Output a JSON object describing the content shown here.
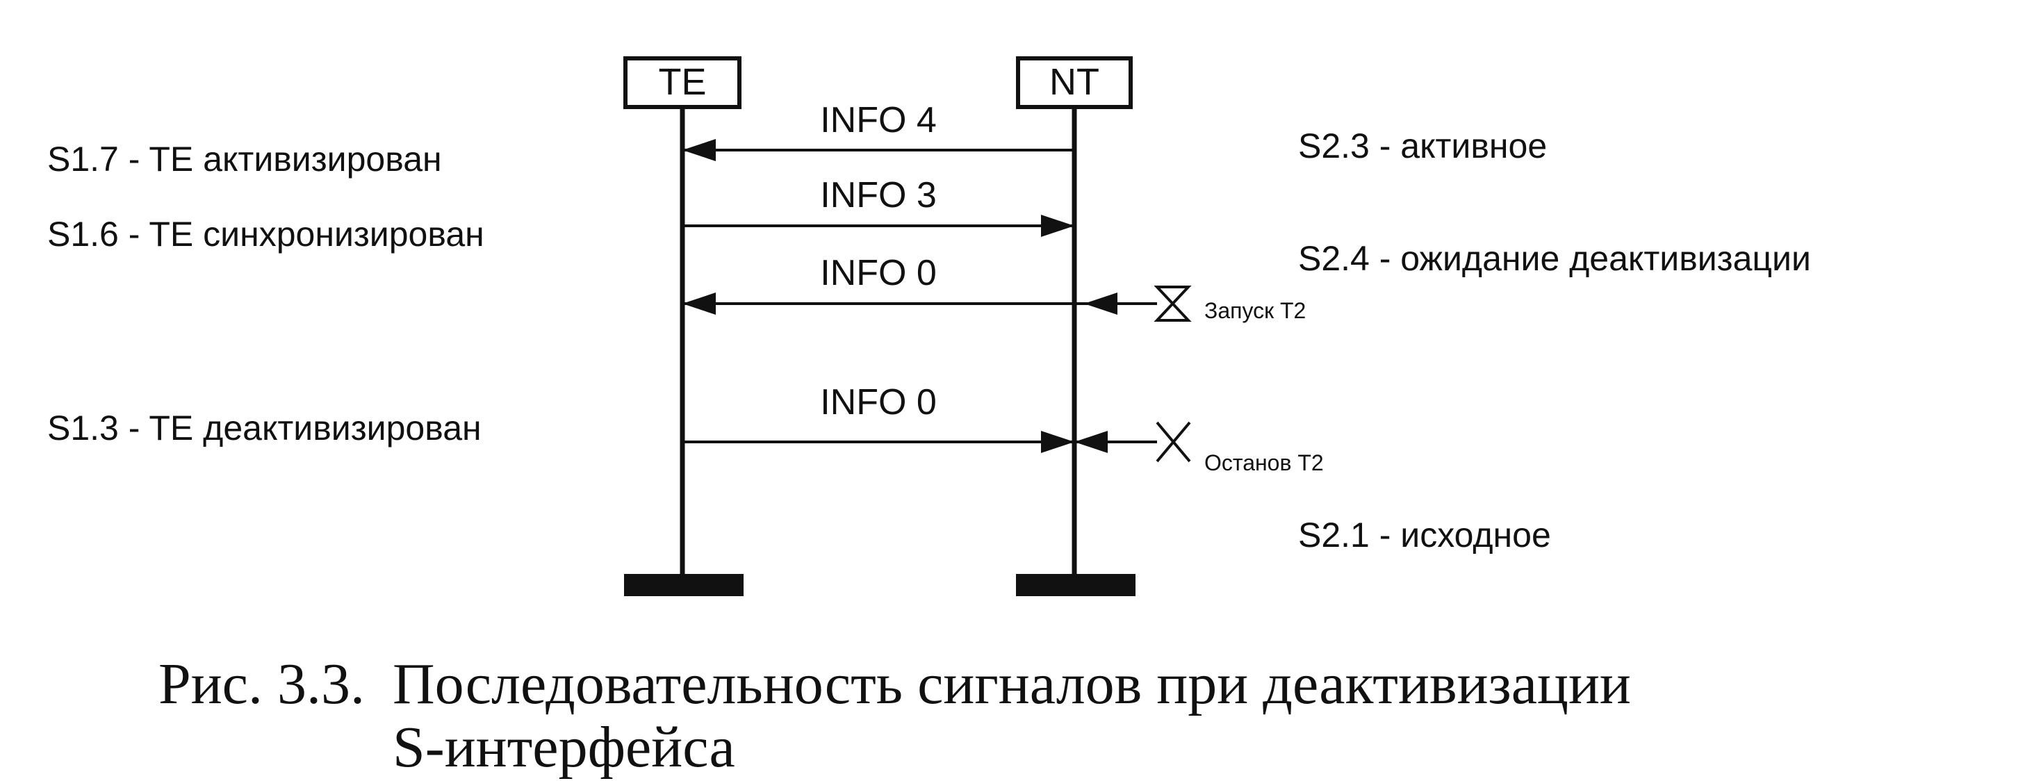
{
  "entities": [
    {
      "id": "te",
      "label": "TE"
    },
    {
      "id": "nt",
      "label": "NT"
    }
  ],
  "messages": [
    {
      "label": "INFO 4",
      "from": "nt",
      "to": "te"
    },
    {
      "label": "INFO 3",
      "from": "te",
      "to": "nt"
    },
    {
      "label": "INFO 0",
      "from": "nt",
      "to": "te"
    },
    {
      "label": "INFO 0",
      "from": "te",
      "to": "nt"
    }
  ],
  "te_states": [
    "S1.7 - TE активизирован",
    "S1.6 - TE синхронизирован",
    "S1.3 - TE деактивизирован"
  ],
  "nt_states": [
    "S2.3 - активное",
    "S2.4 - ожидание деактивизации",
    "S2.1 - исходное"
  ],
  "timer_events": [
    {
      "label": "Запуск T2",
      "symbol": "hourglass-timer-start"
    },
    {
      "label": "Останов T2",
      "symbol": "cross-timer-stop"
    }
  ],
  "caption": {
    "number": "Рис. 3.3.",
    "line1": "Последовательность сигналов при деактивизации",
    "line2": "S-интерфейса"
  }
}
